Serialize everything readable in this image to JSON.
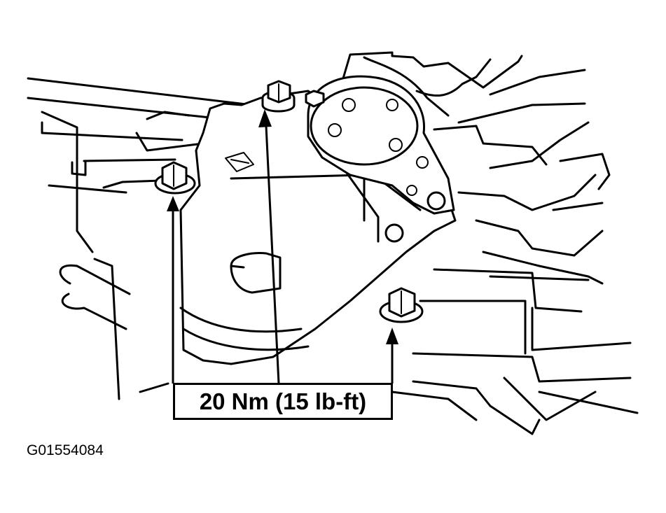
{
  "diagram": {
    "torque_label": "20 Nm (15 lb-ft)",
    "figure_code": "G01554084",
    "callout_target_count": 3
  },
  "colors": {
    "line": "#000000",
    "background": "#ffffff"
  }
}
